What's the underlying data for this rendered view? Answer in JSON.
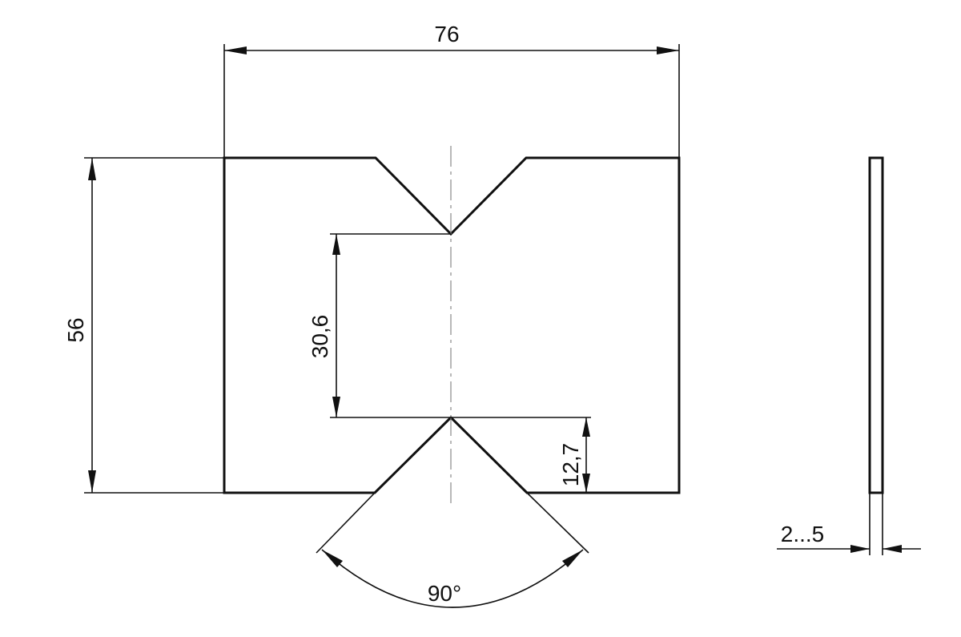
{
  "drawing": {
    "dimensions": {
      "overall_width": "76",
      "overall_height": "56",
      "ligament_length": "30,6",
      "notch_depth": "12,7",
      "notch_angle": "90°",
      "thickness": "2...5"
    }
  }
}
